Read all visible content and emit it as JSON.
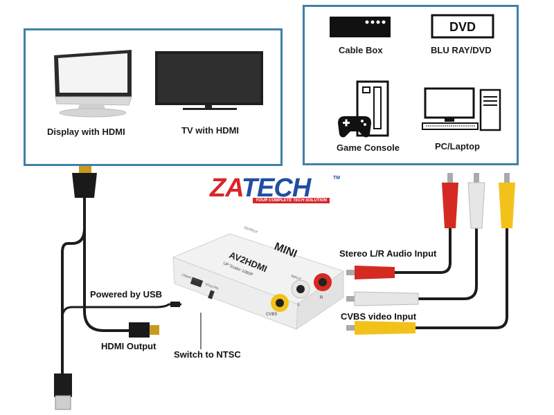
{
  "left_panel": {
    "items": [
      {
        "label": "Display with HDMI",
        "icon": "monitor-icon"
      },
      {
        "label": "TV with HDMI",
        "icon": "tv-icon"
      }
    ]
  },
  "right_panel": {
    "items": [
      {
        "label": "Cable Box",
        "icon": "cable-box-icon"
      },
      {
        "label": "BLU RAY/DVD",
        "icon": "dvd-player-icon",
        "badge": "DVD"
      },
      {
        "label": "Game Console",
        "icon": "game-console-icon"
      },
      {
        "label": "PC/Laptop",
        "icon": "pc-icon"
      }
    ]
  },
  "logo": {
    "brand_left": "ZA",
    "brand_right": "TECH",
    "tagline": "YOUR COMPLETE TECH SOLUTION",
    "trademark": "TM"
  },
  "device": {
    "top_text": "MINI",
    "model": "AV2HDMI",
    "subtitle": "UP Scaler 1080P",
    "port_labels": {
      "cvbs": "CVBS",
      "left": "L",
      "right": "R",
      "input": "INPUT",
      "output": "OUTPUT",
      "usb_power": "USB/POWER",
      "ntsc": "NTSC",
      "pal": "PAL"
    }
  },
  "callouts": {
    "audio_input": "Stereo L/R Audio Input",
    "video_input": "CVBS video Input",
    "usb_power": "Powered by USB",
    "hdmi_output": "HDMI Output",
    "ntsc_switch": "Switch to NTSC"
  },
  "colors": {
    "panel_border": "#3f80a6",
    "brand_red": "#d7262a",
    "brand_blue": "#1f4fa3",
    "rca_red": "#d42a22",
    "rca_white": "#e6e6e6",
    "rca_yellow": "#f2c21a",
    "hdmi_gold": "#c99a1c"
  }
}
